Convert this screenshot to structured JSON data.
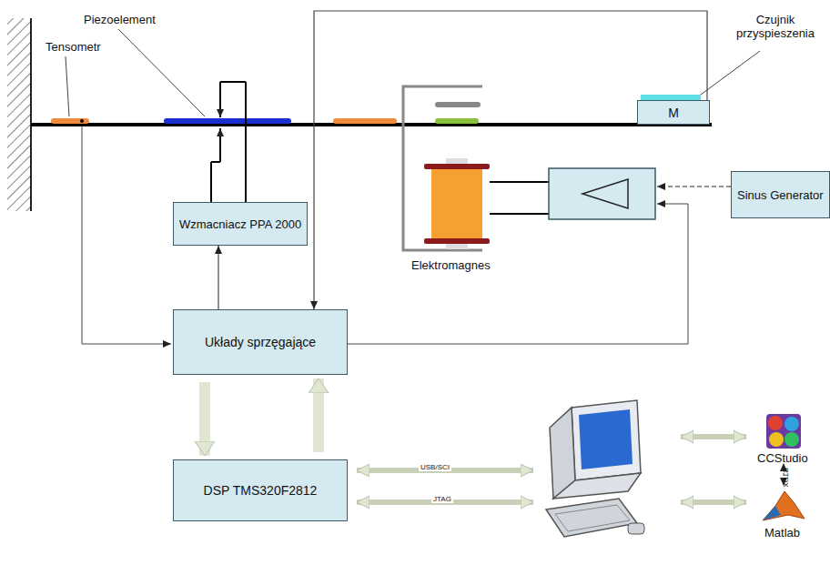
{
  "diagram": {
    "nodes": [
      {
        "text": [
          "M"
        ]
      },
      {
        "text": [
          "Sinus Generator"
        ]
      },
      {
        "text": [
          "Wzmacniacz PPA 2000"
        ]
      },
      {
        "text": [
          "Układy sprzęgające"
        ]
      },
      {
        "text": [
          "DSP TMS320F2812"
        ]
      }
    ],
    "edges": [
      {
        "from": 3,
        "to": 2,
        "arrow": "to"
      },
      {
        "from": 0,
        "to": 3,
        "arrow": "to"
      },
      {
        "from": 3,
        "to": 4,
        "arrow": "to"
      },
      {
        "from": 4,
        "to": 3,
        "arrow": "to"
      }
    ],
    "labels": [
      "Tensometr",
      "Piezoelement",
      "Czujnik przyspieszenia",
      "Elektromagnes",
      "USB/SCI",
      "JTAG",
      "CCStudio",
      "Matlab",
      "RTDX"
    ]
  }
}
